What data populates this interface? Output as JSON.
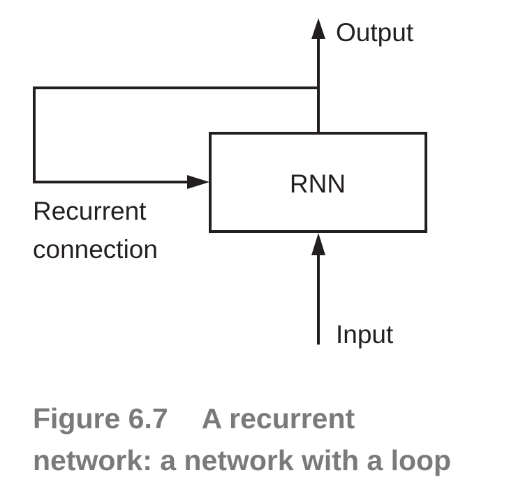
{
  "diagram": {
    "node": {
      "label": "RNN"
    },
    "output_label": "Output",
    "input_label": "Input",
    "loop_label_line1": "Recurrent",
    "loop_label_line2": "connection"
  },
  "caption": {
    "figure_number": "Figure 6.7",
    "line1_text": "A recurrent",
    "line2_text": "network: a network with a loop"
  }
}
